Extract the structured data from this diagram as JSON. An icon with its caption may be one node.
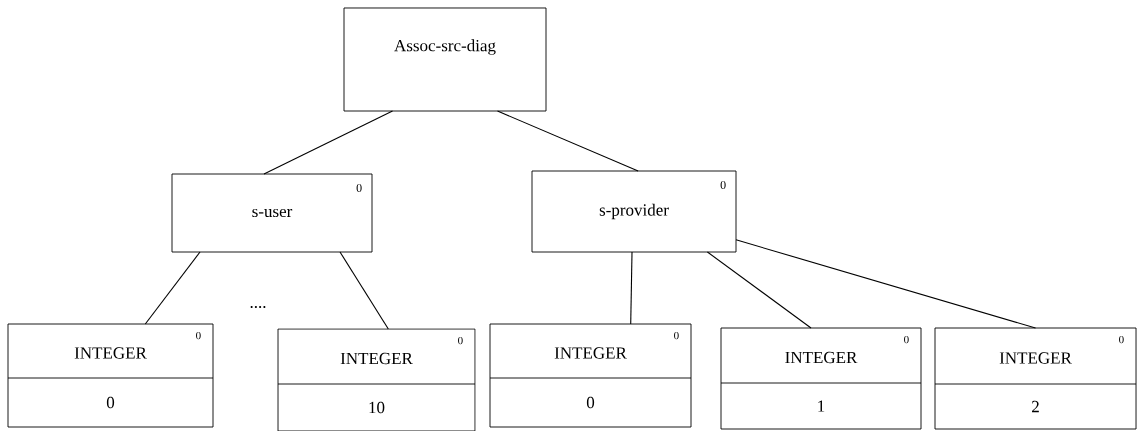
{
  "diagram": {
    "nodes": [
      {
        "text": [
          "Assoc-src-diag"
        ]
      },
      {
        "text": [
          "s-user",
          "0"
        ]
      },
      {
        "text": [
          "s-provider",
          "0"
        ]
      },
      {
        "text": [
          "INTEGER",
          "0",
          "0"
        ]
      },
      {
        "text": [
          "INTEGER",
          "0",
          "10"
        ]
      },
      {
        "text": [
          "INTEGER",
          "0",
          "0"
        ]
      },
      {
        "text": [
          "INTEGER",
          "0",
          "1"
        ]
      },
      {
        "text": [
          "INTEGER",
          "0",
          "2"
        ]
      }
    ],
    "edges": [
      {
        "from": 0,
        "to": 1,
        "arrow": "none"
      },
      {
        "from": 0,
        "to": 2,
        "arrow": "none"
      },
      {
        "from": 1,
        "to": 3,
        "arrow": "none"
      },
      {
        "from": 1,
        "to": 4,
        "arrow": "none"
      },
      {
        "from": 2,
        "to": 5,
        "arrow": "none"
      },
      {
        "from": 2,
        "to": 6,
        "arrow": "none"
      },
      {
        "from": 2,
        "to": 7,
        "arrow": "none"
      }
    ],
    "labels": [
      "...."
    ]
  }
}
